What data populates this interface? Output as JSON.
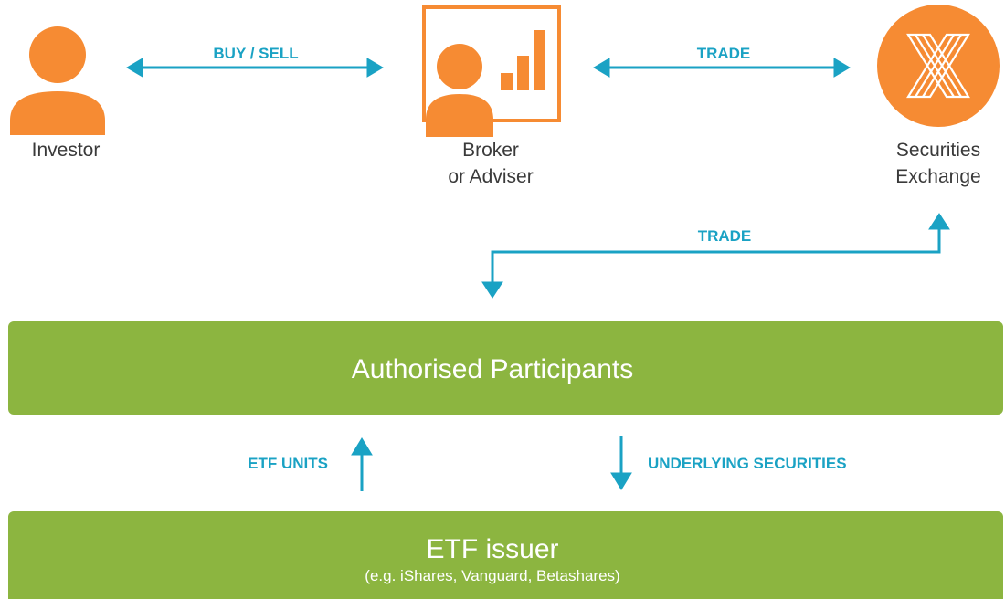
{
  "colors": {
    "accent_orange": "#f68b33",
    "arrow_teal": "#1aa2c4",
    "box_green": "#8cb540",
    "text_dark": "#3a3a3a",
    "text_white": "#ffffff"
  },
  "nodes": {
    "investor": {
      "label": "Investor",
      "icon": "person-icon"
    },
    "broker": {
      "label_line1": "Broker",
      "label_line2": "or Adviser",
      "icon": "broker-chart-icon"
    },
    "exchange": {
      "label_line1": "Securities",
      "label_line2": "Exchange",
      "icon": "exchange-logo-icon"
    }
  },
  "edges": {
    "investor_broker": "BUY / SELL",
    "broker_exchange": "TRADE",
    "exchange_participants": "TRADE",
    "etf_units": "ETF UNITS",
    "underlying_securities": "UNDERLYING SECURITIES"
  },
  "boxes": {
    "participants": {
      "title": "Authorised Participants"
    },
    "issuer": {
      "title": "ETF issuer",
      "subtitle": "(e.g. iShares, Vanguard, Betashares)"
    }
  }
}
